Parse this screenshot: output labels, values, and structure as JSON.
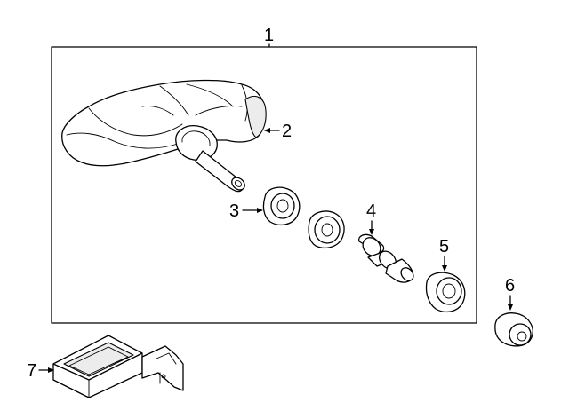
{
  "callouts": {
    "c1": "1",
    "c2": "2",
    "c3": "3",
    "c4": "4",
    "c5": "5",
    "c6": "6",
    "c7": "7"
  },
  "parts": [
    {
      "ref": "1",
      "icon": "tpms-sensor-kit-icon"
    },
    {
      "ref": "2",
      "icon": "tpms-sensor-body-icon"
    },
    {
      "ref": "3",
      "icon": "grommet-icon"
    },
    {
      "ref": "4",
      "icon": "valve-core-icon"
    },
    {
      "ref": "5",
      "icon": "valve-cap-icon"
    },
    {
      "ref": "6",
      "icon": "valve-cap-icon"
    },
    {
      "ref": "7",
      "icon": "receiver-module-icon"
    }
  ]
}
